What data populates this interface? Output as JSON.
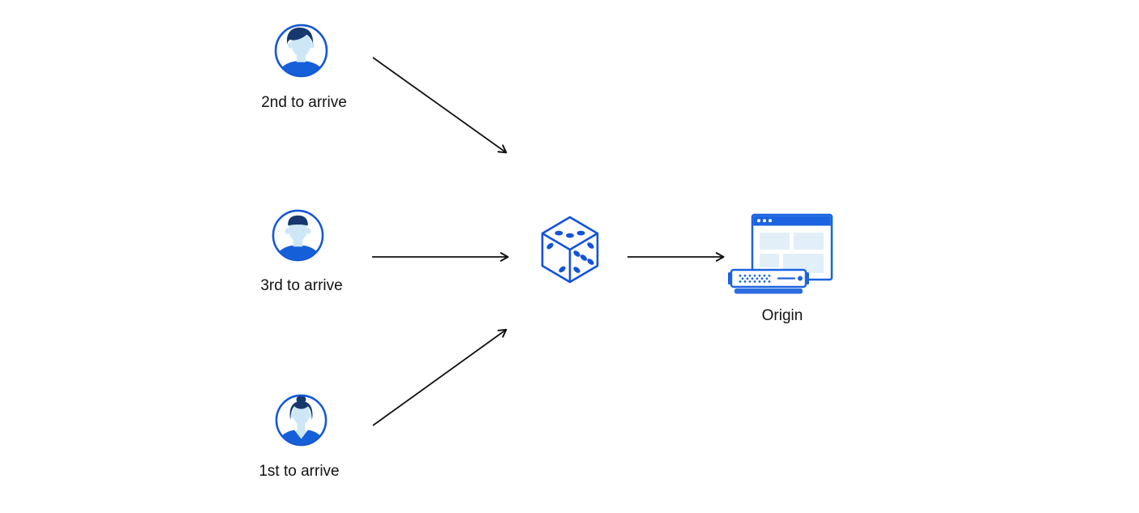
{
  "diagram": {
    "description": "Three visitors routed through random selection (dice) to an origin server",
    "nodes": {
      "user_top": {
        "label": "2nd to arrive",
        "icon": "male-avatar-swoosh-hair-icon"
      },
      "user_middle": {
        "label": "3rd to arrive",
        "icon": "male-avatar-flat-hair-icon"
      },
      "user_bottom": {
        "label": "1st to arrive",
        "icon": "female-avatar-bun-icon"
      },
      "randomizer": {
        "icon": "dice-icon"
      },
      "origin": {
        "label": "Origin",
        "icon": "browser-window-and-server-icon"
      }
    },
    "edges": [
      {
        "from": "user_top",
        "to": "randomizer"
      },
      {
        "from": "user_middle",
        "to": "randomizer"
      },
      {
        "from": "user_bottom",
        "to": "randomizer"
      },
      {
        "from": "randomizer",
        "to": "origin"
      }
    ],
    "dice_faces": {
      "top_pips": 3,
      "left_pips": 2,
      "right_pips": 5
    },
    "colors": {
      "primary_blue": "#1558d6",
      "titlebar_blue": "#1b63e0",
      "dark_navy_hair": "#16386f",
      "face_light_blue": "#cde7f6",
      "pale_block_blue": "#e2eff8",
      "arrow_black": "#121212",
      "background": "#ffffff"
    }
  }
}
